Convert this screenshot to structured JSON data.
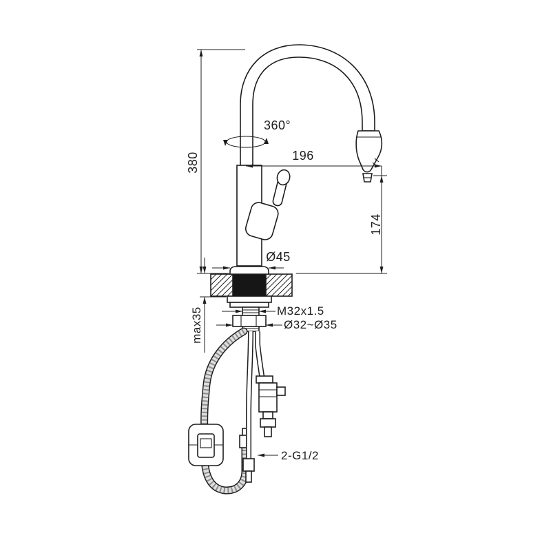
{
  "page": {
    "background": "#ffffff",
    "line_color": "#1d1d1d",
    "drawing": "kitchen-faucet-technical-drawing"
  },
  "annotations": {
    "height": "380",
    "swivel": "360°",
    "reach": "196",
    "spray_height": "174",
    "base_diameter": "Ø45",
    "thread": "M32x1.5",
    "hole_diameter": "Ø32~Ø35",
    "max_deck_thickness": "max35",
    "hose_connection": "2-G1/2"
  }
}
